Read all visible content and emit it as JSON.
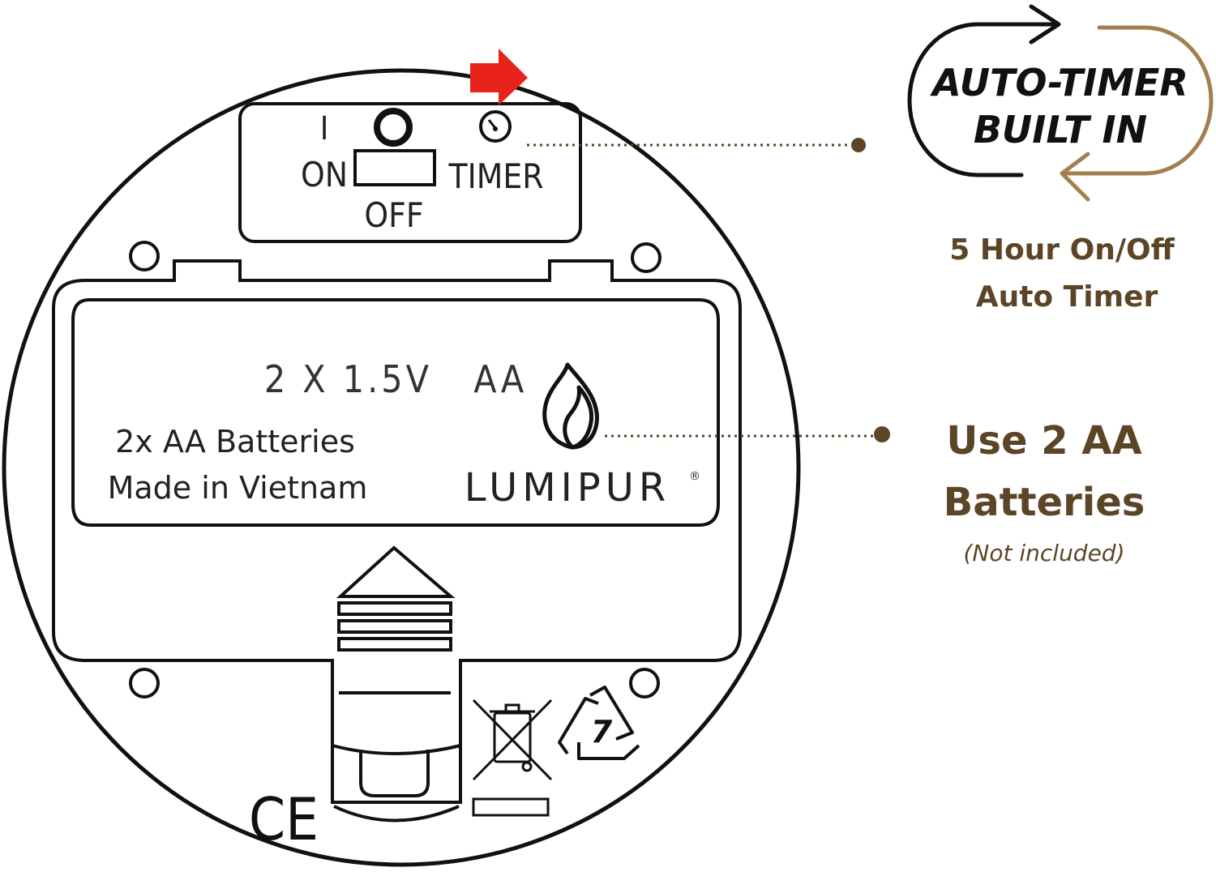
{
  "switch_panel": {
    "i_mark": "I",
    "on_label": "ON",
    "off_label": "OFF",
    "timer_label": "TIMER"
  },
  "battery_cover": {
    "spec": "2 X 1.5V   AA",
    "line1": "2x AA Batteries",
    "line2": "Made in Vietnam",
    "brand": "LUMIPUR",
    "registered": "®",
    "recycle_number": "7"
  },
  "marks": {
    "ce": "CE"
  },
  "callouts": {
    "auto_timer_line1": "AUTO-TIMER",
    "auto_timer_line2": "BUILT IN",
    "timer_desc_line1": "5 Hour On/Off",
    "timer_desc_line2": "Auto Timer",
    "battery_line1": "Use 2 AA",
    "battery_line2": "Batteries",
    "battery_note": "(Not included)"
  },
  "colors": {
    "brown": "#5c4526",
    "tan": "#a37f4f",
    "red_arrow": "#e8231c",
    "outline": "#111111"
  }
}
